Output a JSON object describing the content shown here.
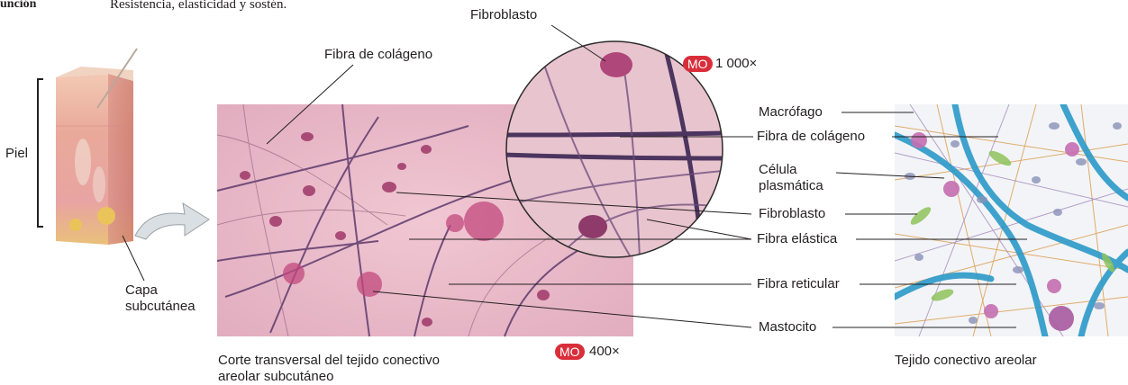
{
  "header": {
    "row_label": "unción",
    "text": "Resistencia, elasticidad y sostén."
  },
  "skin": {
    "piel_label": "Piel",
    "layer_label_line1": "Capa",
    "layer_label_line2": "subcutánea"
  },
  "micrograph": {
    "caption_line1": "Corte transversal del tejido conectivo",
    "caption_line2": "areolar subcutáneo",
    "mag_badge": "MO",
    "mag_value": "400×"
  },
  "zoom": {
    "mag_badge": "MO",
    "mag_value": "1 000×",
    "fibroblast_label": "Fibroblasto",
    "collagen_label": "Fibra de colágeno"
  },
  "legend": {
    "macrofago": "Macrófago",
    "fibra_colageno": "Fibra de colágeno",
    "celula_line1": "Célula",
    "celula_line2": "plasmática",
    "fibroblasto": "Fibroblasto",
    "fibra_elastica": "Fibra elástica",
    "fibra_reticular": "Fibra reticular",
    "mastocito": "Mastocito"
  },
  "drawing": {
    "caption": "Tejido conectivo areolar"
  },
  "colors": {
    "badge": "#d92e3a",
    "tissue_pink": "#e9b9c7",
    "collagen_blue": "#2b9ac9",
    "reticular_orange": "#d99a4a"
  }
}
